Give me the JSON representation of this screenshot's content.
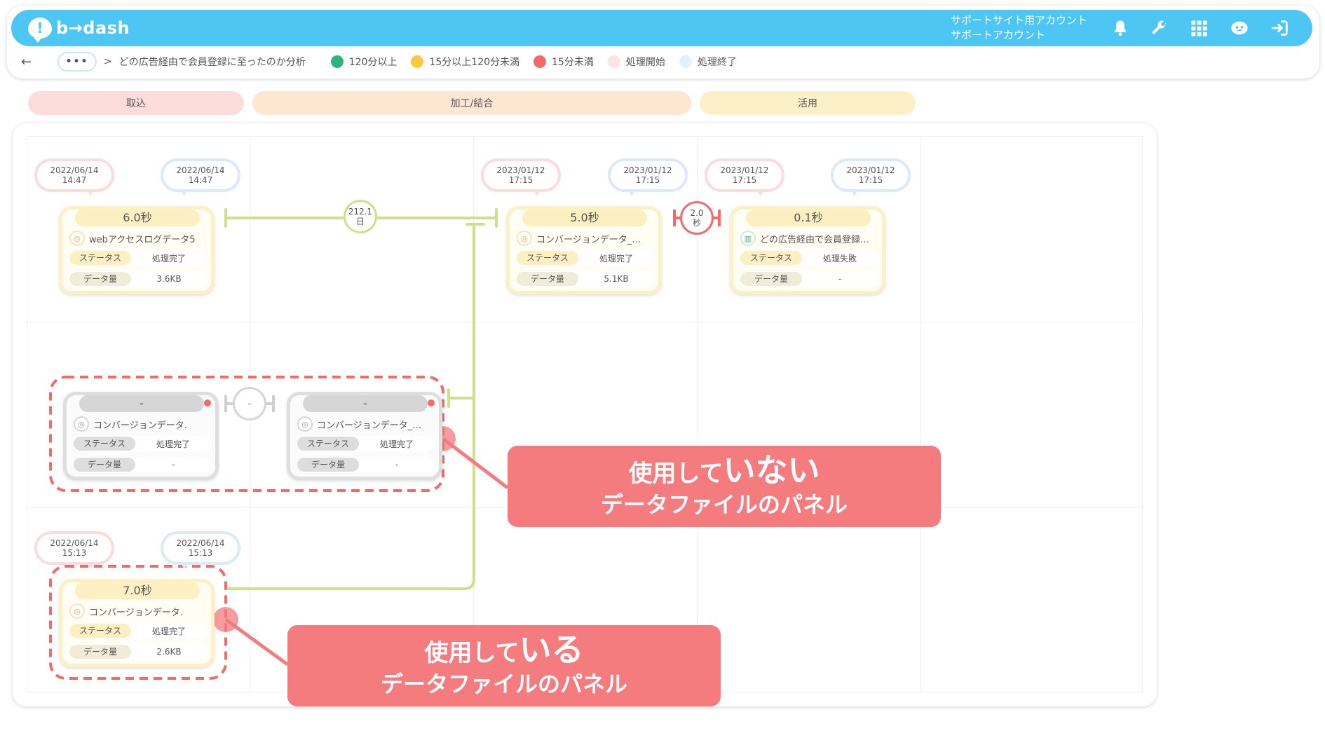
{
  "header": {
    "logo_text": "b→dash",
    "account_line1": "サポートサイト用アカウント",
    "account_line2": "サポートアカウント",
    "icons": [
      "bell-icon",
      "wrench-icon",
      "grid-icon",
      "chat-bot-icon",
      "logout-icon"
    ]
  },
  "breadcrumb": {
    "back": "←",
    "more": "•••",
    "separator": ">",
    "title": "どの広告経由で会員登録に至ったのか分析"
  },
  "legend": [
    {
      "label": "120分以上",
      "color": "#2bb67b"
    },
    {
      "label": "15分以上120分未満",
      "color": "#fbc93d"
    },
    {
      "label": "15分未満",
      "color": "#f26a6a"
    },
    {
      "label": "処理開始",
      "color": "#fde3e3"
    },
    {
      "label": "処理終了",
      "color": "#e5f1fa"
    }
  ],
  "phases": [
    {
      "label": "取込",
      "color": "#fddcdc"
    },
    {
      "label": "加工/結合",
      "color": "#fde6d2"
    },
    {
      "label": "活用",
      "color": "#fcf0c8"
    }
  ],
  "panels": [
    {
      "time": "6.0秒",
      "name": "webアクセスログデータ5",
      "status_label": "ステータス",
      "status": "処理完了",
      "size_label": "データ量",
      "size": "3.6KB",
      "start": [
        "2022/06/14",
        "14:47"
      ],
      "end": [
        "2022/06/14",
        "14:47"
      ]
    },
    {
      "time": "5.0秒",
      "name": "コンバージョンデータ_…",
      "status_label": "ステータス",
      "status": "処理完了",
      "size_label": "データ量",
      "size": "5.1KB",
      "start": [
        "2023/01/12",
        "17:15"
      ],
      "end": [
        "2023/01/12",
        "17:15"
      ]
    },
    {
      "time": "0.1秒",
      "name": "どの広告経由で会員登録…",
      "status_label": "ステータス",
      "status": "処理失敗",
      "size_label": "データ量",
      "size": "-",
      "start": [
        "2023/01/12",
        "17:15"
      ],
      "end": [
        "2023/01/12",
        "17:15"
      ]
    },
    {
      "time": "-",
      "name": "コンバージョンデータ.",
      "status_label": "ステータス",
      "status": "処理完了",
      "size_label": "データ量",
      "size": "-"
    },
    {
      "time": "-",
      "name": "コンバージョンデータ_…",
      "status_label": "ステータス",
      "status": "処理完了",
      "size_label": "データ量",
      "size": "-"
    },
    {
      "time": "7.0秒",
      "name": "コンバージョンデータ.",
      "status_label": "ステータス",
      "status": "処理完了",
      "size_label": "データ量",
      "size": "2.6KB",
      "start": [
        "2022/06/14",
        "15:13"
      ],
      "end": [
        "2022/06/14",
        "15:13"
      ]
    }
  ],
  "connectors": [
    {
      "line1": "212.1",
      "line2": "日"
    },
    {
      "line1": "2.0",
      "line2": "秒"
    },
    {
      "line1": "-",
      "line2": ""
    }
  ],
  "callouts": {
    "unused": {
      "line1a": "使用して",
      "line1b": "いない",
      "line2": "データファイルのパネル"
    },
    "used": {
      "line1a": "使用して",
      "line1b": "いる",
      "line2": "データファイルのパネル"
    }
  }
}
